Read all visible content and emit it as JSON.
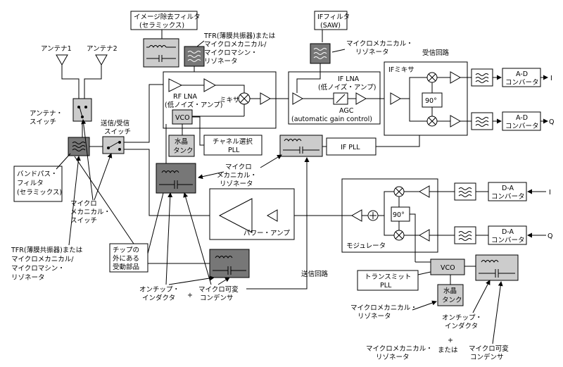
{
  "labels": {
    "antenna1": "アンテナ1",
    "antenna2": "アンテナ2",
    "antenna_switch": [
      "アンテナ・",
      "スイッチ"
    ],
    "tx_rx_switch": [
      "送信/受信",
      "スイッチ"
    ],
    "bandpass": [
      "バンドパス・",
      "フィルタ",
      "(セラミックス)"
    ],
    "micro_switch": [
      "マイクロ",
      "メカニカル・",
      "スイッチ"
    ],
    "tfr_bottom": [
      "TFR(薄膜共振器)または",
      "マイクロメカニカル/",
      "マイクロマシン・",
      "リゾネータ"
    ],
    "image_filter": [
      "イメージ除去フィルタ",
      "(セラミックス)"
    ],
    "tfr_top": [
      "TFR(薄膜共振器)または",
      "マイクロメカニカル/",
      "マイクロマシン・",
      "リゾネータ"
    ],
    "if_filter": [
      "IFフィルタ",
      "(SAW)"
    ],
    "micro_resonator_top": [
      "マイクロメカニカル・",
      "リゾネータ"
    ],
    "rx_circuit": "受信回路",
    "rf_lna": [
      "RF LNA",
      "(低ノイズ・アンプ)"
    ],
    "mixer": "ミキサ",
    "vco": "VCO",
    "crystal": [
      "水晶",
      "タンク"
    ],
    "channel_pll": [
      "チャネル選択",
      "PLL"
    ],
    "if_lna": [
      "IF LNA",
      "(低ノイズ・アンプ)"
    ],
    "agc": [
      "AGC",
      "(automatic gain control)"
    ],
    "if_mixer": "IFミキサ",
    "ninety": "90°",
    "adc": [
      "A-D",
      "コンバータ"
    ],
    "dac": [
      "D-A",
      "コンバータ"
    ],
    "i": "I",
    "q": "Q",
    "if_pll": "IF PLL",
    "micro_mech_res_mid": [
      "マイクロ",
      "メカニカル・",
      "リゾネータ"
    ],
    "power_amp": "パワー・アンプ",
    "modulator": "モジュレータ",
    "plus": "+",
    "chip_ext": [
      "チップの",
      "外にある",
      "受動部品"
    ],
    "onchip_ind": [
      "オンチップ・",
      "インダクタ"
    ],
    "micro_varcap": [
      "マイクロ可変",
      "コンデンサ"
    ],
    "tx_circuit": "送信回路",
    "transmit_pll": [
      "トランスミット",
      "PLL"
    ],
    "micro_res_bottom": [
      "マイクロメカニカル・",
      "リゾネータ"
    ],
    "onchip_ind2": [
      "オンチップ・",
      "インダクタ"
    ],
    "or": "または",
    "micro_res_bottom2": [
      "マイクロメカニカル・",
      "リゾネータ"
    ],
    "micro_varcap2": [
      "マイクロ可変",
      "コンデンサ"
    ]
  }
}
